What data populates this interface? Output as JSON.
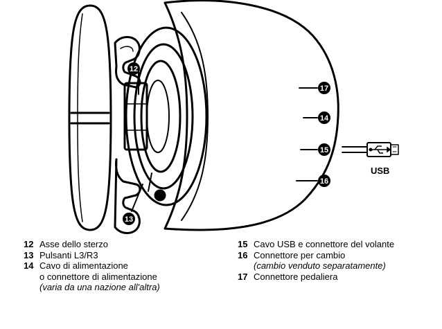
{
  "callouts": {
    "c12": "12",
    "c13": "13",
    "c14": "14",
    "c15": "15",
    "c16": "16",
    "c17": "17"
  },
  "usb_label": "USB",
  "legend_left": [
    {
      "num": "12",
      "lines": [
        "Asse dello sterzo"
      ],
      "note": ""
    },
    {
      "num": "13",
      "lines": [
        "Pulsanti L3/R3"
      ],
      "note": ""
    },
    {
      "num": "14",
      "lines": [
        "Cavo di alimentazione",
        "o connettore di alimentazione"
      ],
      "note": "(varia da una nazione all'altra)"
    }
  ],
  "legend_right": [
    {
      "num": "15",
      "lines": [
        "Cavo USB e connettore del volante"
      ],
      "note": ""
    },
    {
      "num": "16",
      "lines": [
        "Connettore per cambio"
      ],
      "note": "(cambio venduto separatamente)"
    },
    {
      "num": "17",
      "lines": [
        "Connettore pedaliera"
      ],
      "note": ""
    }
  ]
}
